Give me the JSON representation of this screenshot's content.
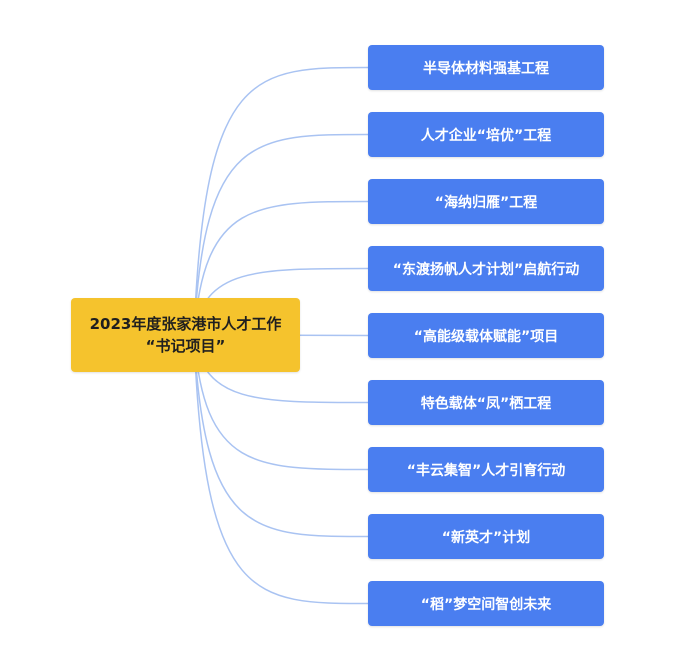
{
  "root": {
    "line1": "2023年度张家港市人才工作",
    "line2": "“书记项目”",
    "color": "#f5c32d"
  },
  "branches": [
    {
      "label": "半导体材料强基工程"
    },
    {
      "label": "人才企业“培优”工程"
    },
    {
      "label": "“海纳归雁”工程"
    },
    {
      "label": "“东渡扬帆人才计划”启航行动"
    },
    {
      "label": "“高能级载体赋能”项目"
    },
    {
      "label": "特色载体“凤”栖工程"
    },
    {
      "label": "“丰云集智”人才引育行动"
    },
    {
      "label": "“新英才”计划"
    },
    {
      "label": "“稻”梦空间智创未来"
    }
  ],
  "colors": {
    "branch": "#4a7ef0",
    "connector": "#a9c3f2"
  }
}
